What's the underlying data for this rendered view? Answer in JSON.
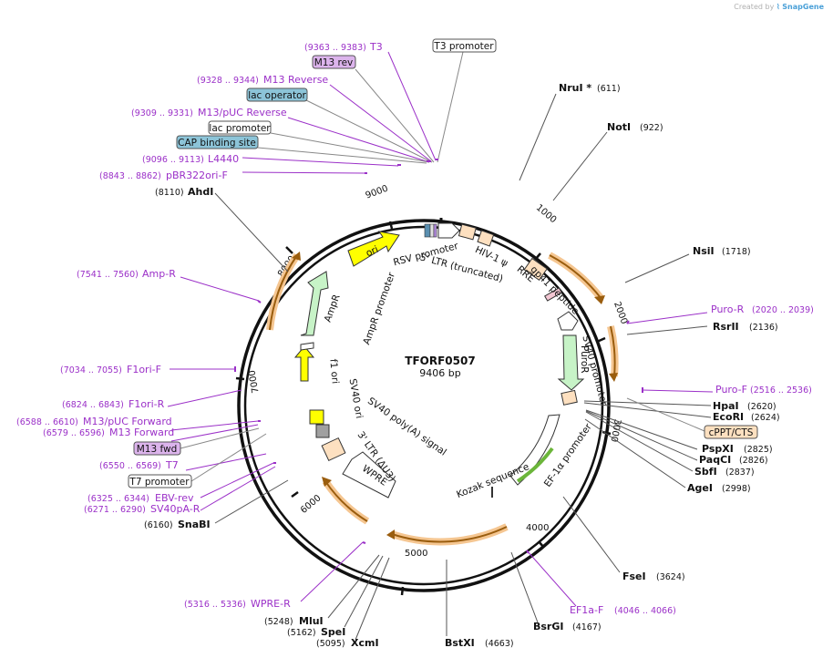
{
  "credit": {
    "text": "Created by",
    "brand": "SnapGene"
  },
  "plasmid": {
    "name": "TFORF0507",
    "size": "9406 bp"
  },
  "ring_ticks": [
    "1000",
    "2000",
    "3000",
    "4000",
    "5000",
    "6000",
    "7000",
    "8000",
    "9000"
  ],
  "enzymes": [
    {
      "name": "NruI *",
      "pos": "(611)"
    },
    {
      "name": "NotI",
      "pos": "(922)"
    },
    {
      "name": "NsiI",
      "pos": "(1718)"
    },
    {
      "name": "RsrII",
      "pos": "(2136)"
    },
    {
      "name": "HpaI",
      "pos": "(2620)"
    },
    {
      "name": "EcoRI",
      "pos": "(2624)"
    },
    {
      "name": "PspXI",
      "pos": "(2825)"
    },
    {
      "name": "PaqCI",
      "pos": "(2826)"
    },
    {
      "name": "SbfI",
      "pos": "(2837)"
    },
    {
      "name": "AgeI",
      "pos": "(2998)"
    },
    {
      "name": "FseI",
      "pos": "(3624)"
    },
    {
      "name": "BsrGI",
      "pos": "(4167)"
    },
    {
      "name": "BstXI",
      "pos": "(4663)"
    },
    {
      "name": "XcmI",
      "pos": "(5095)"
    },
    {
      "name": "SpeI",
      "pos": "(5162)"
    },
    {
      "name": "MluI",
      "pos": "(5248)"
    },
    {
      "name": "SnaBI",
      "pos": "(6160)"
    },
    {
      "name": "AhdI",
      "pos": "(8110)"
    }
  ],
  "primers": [
    {
      "name": "T3",
      "pos": "(9363 .. 9383)"
    },
    {
      "name": "M13 Reverse",
      "pos": "(9328 .. 9344)"
    },
    {
      "name": "M13/pUC Reverse",
      "pos": "(9309 .. 9331)"
    },
    {
      "name": "L4440",
      "pos": "(9096 .. 9113)"
    },
    {
      "name": "pBR322ori-F",
      "pos": "(8843 .. 8862)"
    },
    {
      "name": "Amp-R",
      "pos": "(7541 .. 7560)"
    },
    {
      "name": "F1ori-F",
      "pos": "(7034 .. 7055)"
    },
    {
      "name": "F1ori-R",
      "pos": "(6824 .. 6843)"
    },
    {
      "name": "M13/pUC Forward",
      "pos": "(6588 .. 6610)"
    },
    {
      "name": "M13 Forward",
      "pos": "(6579 .. 6596)"
    },
    {
      "name": "T7",
      "pos": "(6550 .. 6569)"
    },
    {
      "name": "EBV-rev",
      "pos": "(6325 .. 6344)"
    },
    {
      "name": "SV40pA-R",
      "pos": "(6271 .. 6290)"
    },
    {
      "name": "WPRE-R",
      "pos": "(5316 .. 5336)"
    },
    {
      "name": "Puro-R",
      "pos": "(2020 .. 2039)"
    },
    {
      "name": "Puro-F",
      "pos": "(2516 .. 2536)"
    },
    {
      "name": "EF1a-F",
      "pos": "(4046 .. 4066)"
    }
  ],
  "boxed_labels": {
    "t3_promoter": "T3 promoter",
    "m13_rev": "M13 rev",
    "lac_operator": "lac operator",
    "lac_promoter": "lac promoter",
    "cap_site": "CAP binding site",
    "cppt": "cPPT/CTS",
    "m13_fwd": "M13 fwd",
    "t7_promoter": "T7 promoter"
  },
  "features": {
    "rsv": "RSV promoter",
    "ltr5": "5' LTR (truncated)",
    "hiv": "HIV-1 ψ",
    "rre": "RRE",
    "gp41": "gp41 peptide",
    "sv40p": "SV40 promoter",
    "puror": "PuroR",
    "ef1a": "EF-1α promoter",
    "kozak": "Kozak sequence",
    "wpre": "WPRE",
    "ltr3": "3' LTR (ΔU3)",
    "sv40pa": "SV40 poly(A) signal",
    "sv40ori": "SV40 ori",
    "f1ori": "f1 ori",
    "ampr_promoter": "AmpR promoter",
    "ampr": "AmpR",
    "ori": "ori"
  }
}
